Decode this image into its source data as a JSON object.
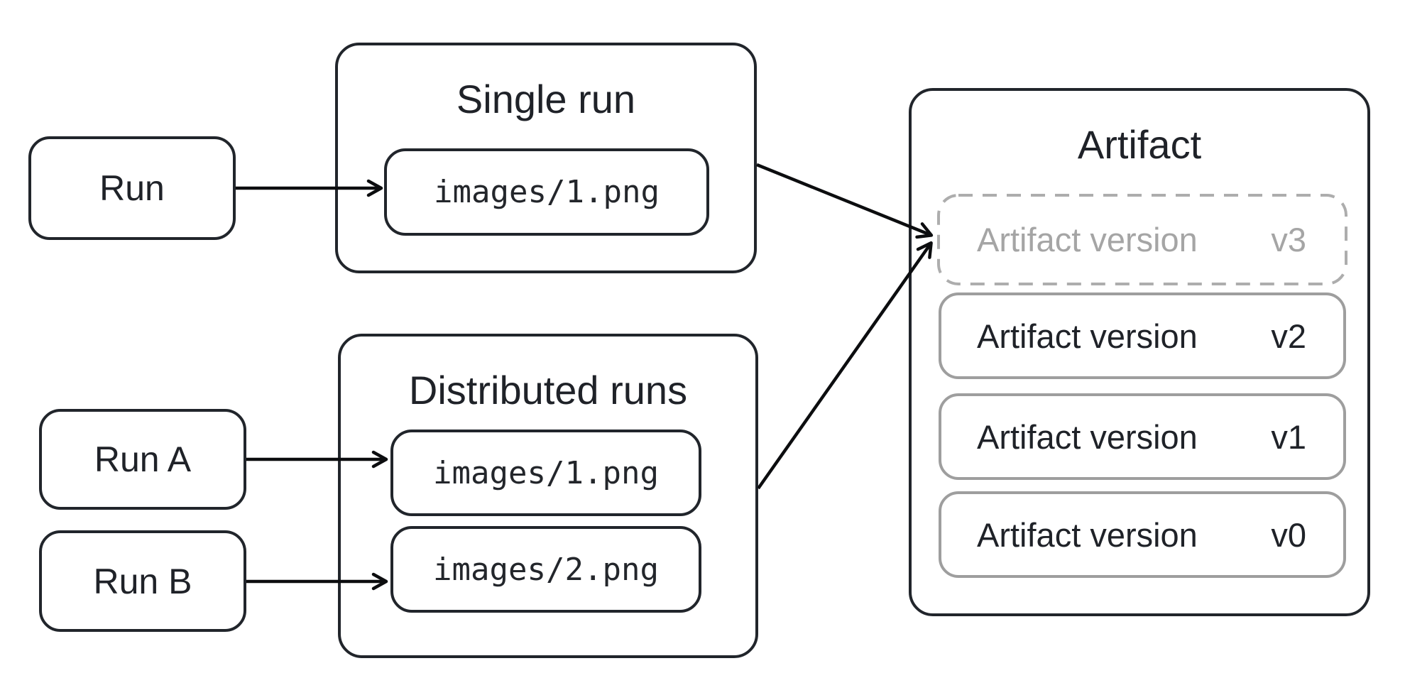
{
  "nodes": {
    "run": "Run",
    "run_a": "Run A",
    "run_b": "Run B"
  },
  "single_run": {
    "title": "Single run",
    "file": "images/1.png"
  },
  "distributed_runs": {
    "title": "Distributed runs",
    "files": [
      "images/1.png",
      "images/2.png"
    ]
  },
  "artifact": {
    "title": "Artifact",
    "versions": [
      {
        "label": "Artifact version",
        "tag": "v3"
      },
      {
        "label": "Artifact version",
        "tag": "v2"
      },
      {
        "label": "Artifact version",
        "tag": "v1"
      },
      {
        "label": "Artifact version",
        "tag": "v0"
      }
    ]
  },
  "colors": {
    "background": "#ffffff",
    "box_border": "#21252b",
    "text": "#1f2228",
    "arrow": "#0c0d0f",
    "version_border": "#9e9e9e",
    "pending_dash": "#adadad",
    "pending_text": "#a5a5a5"
  }
}
